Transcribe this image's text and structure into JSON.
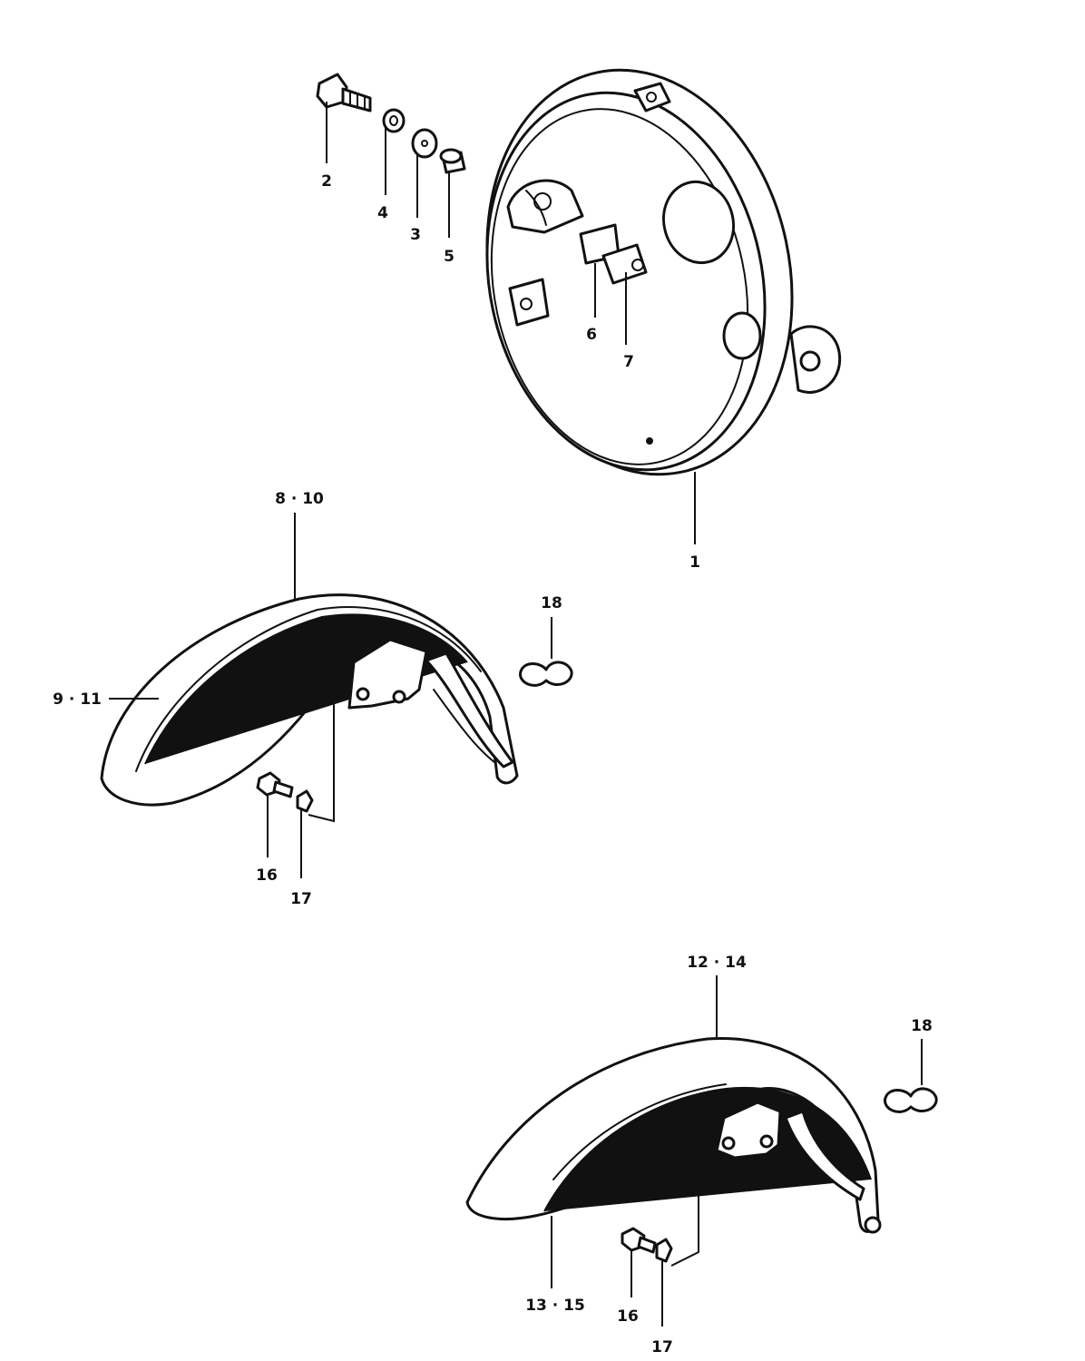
{
  "callouts": {
    "c1": "1",
    "c2": "2",
    "c3": "3",
    "c4": "4",
    "c5": "5",
    "c6": "6",
    "c7": "7",
    "c8_10": "8 · 10",
    "c9_11": "9 · 11",
    "c12_14": "12 · 14",
    "c13_15": "13 · 15",
    "c16a": "16",
    "c17a": "17",
    "c18a": "18",
    "c16b": "16",
    "c17b": "17",
    "c18b": "18"
  }
}
